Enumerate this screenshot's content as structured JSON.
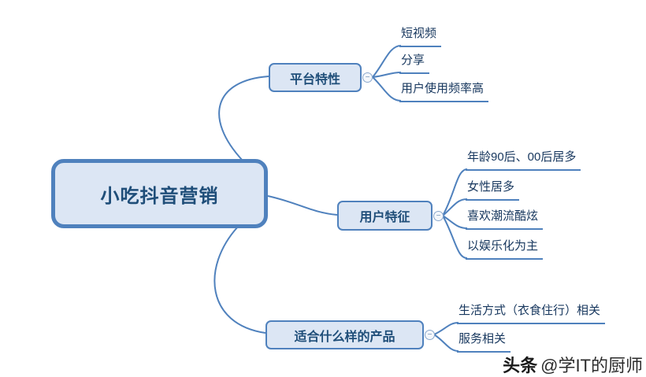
{
  "root": {
    "label": "小吃抖音营销"
  },
  "branches": [
    {
      "label": "平台特性",
      "children": [
        "短视频",
        "分享",
        "用户使用频率高"
      ]
    },
    {
      "label": "用户特征",
      "children": [
        "年龄90后、00后居多",
        "女性居多",
        "喜欢潮流酷炫",
        "以娱乐化为主"
      ]
    },
    {
      "label": "适合什么样的产品",
      "children": [
        "生活方式（衣食住行）相关",
        "服务相关"
      ]
    }
  ],
  "icons": {
    "collapse_minus": "−"
  },
  "watermark": {
    "brand": "头条",
    "handle": "@学IT的厨师"
  },
  "colors": {
    "node_border": "#4f81bd",
    "node_fill": "#dce6f4",
    "node_text": "#1f4e79",
    "leaf_text": "#17375e",
    "line": "#4f81bd"
  }
}
